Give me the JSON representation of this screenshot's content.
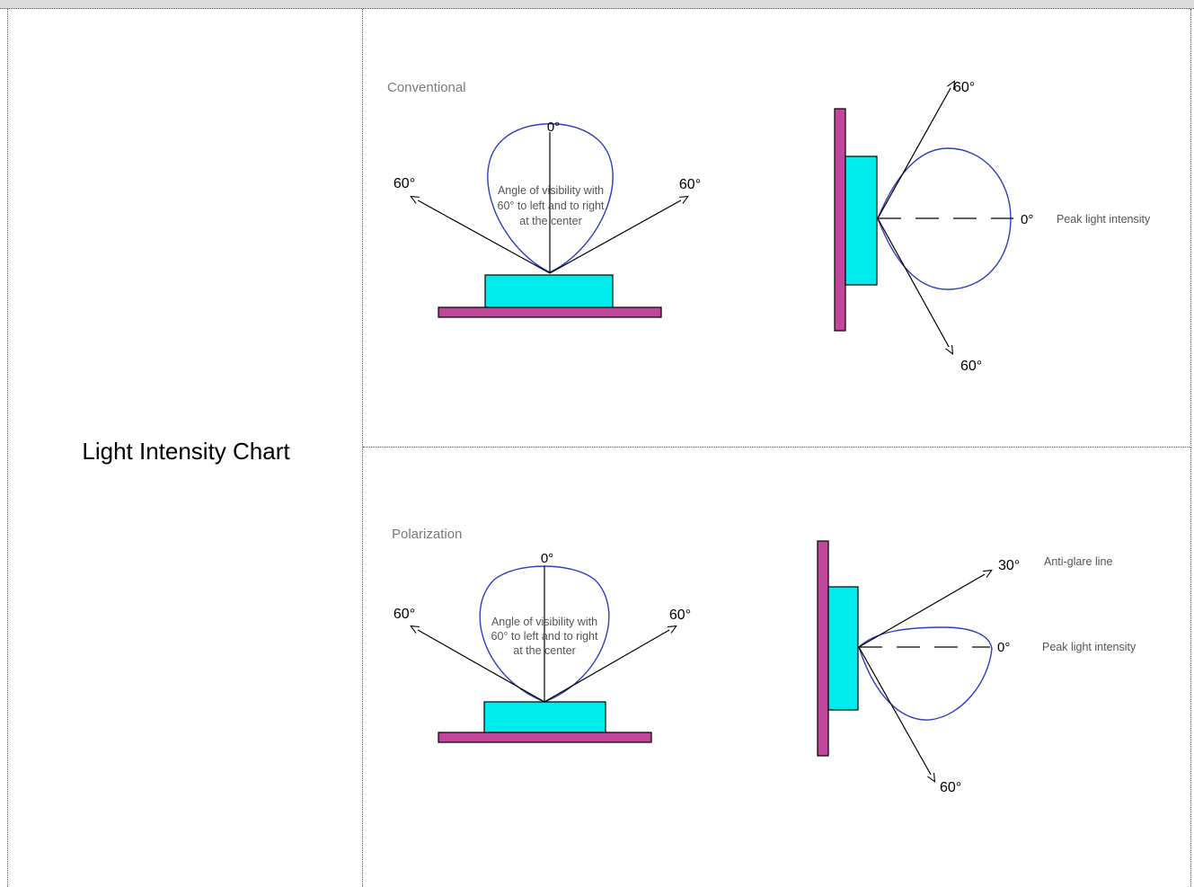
{
  "row_label": "Light Intensity Chart",
  "colors": {
    "lobe": "#2e3fbf",
    "led": "#00ecec",
    "base": "#c2469b",
    "arrow": "#000000",
    "caption": "#7a7a7a"
  },
  "conventional": {
    "caption": "Conventional",
    "front": {
      "top_angle": "0°",
      "left_angle": "60°",
      "right_angle": "60°",
      "note_lines": [
        "Angle of visibility with",
        "60° to left and to right",
        "at the center"
      ]
    },
    "side": {
      "up_angle": "60°",
      "down_angle": "60°",
      "axis_angle": "0°",
      "axis_label": "Peak light intensity"
    }
  },
  "polarization": {
    "caption": "Polarization",
    "front": {
      "top_angle": "0°",
      "left_angle": "60°",
      "right_angle": "60°",
      "note_lines": [
        "Angle of visibility with",
        "60° to left and to right",
        "at the center"
      ]
    },
    "side": {
      "up_angle": "30°",
      "up_label": "Anti-glare line",
      "down_angle": "60°",
      "axis_angle": "0°",
      "axis_label": "Peak light intensity"
    }
  }
}
